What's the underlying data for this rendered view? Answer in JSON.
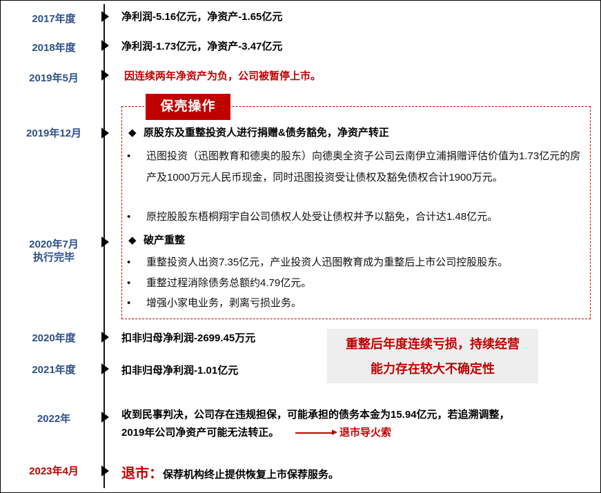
{
  "timeline": [
    {
      "date": "2017年度",
      "event": "净利润-5.16亿元，净资产-1.65亿元"
    },
    {
      "date": "2018年度",
      "event": "净利润-1.73亿元，净资产-3.47亿元"
    },
    {
      "date": "2019年5月",
      "event": "因连续两年净资产为负，公司被暂停上市。"
    },
    {
      "date": "2019年12月"
    },
    {
      "date": "2020年7月",
      "date_line2": "执行完毕"
    },
    {
      "date": "2020年度",
      "event": "扣非归母净利润-2699.45万元"
    },
    {
      "date": "2021年度",
      "event": "扣非归母净利润-1.01亿元"
    },
    {
      "date": "2022年",
      "event_line1": "收到民事判决，公司存在违规担保，可能承担的债务本金为15.94亿元，若追溯调整，",
      "event_line2": "2019年公司净资产可能无法转正。"
    },
    {
      "date": "2023年4月",
      "event_label": "退市：",
      "event": "保荐机构终止提供恢复上市保荐服务。"
    }
  ],
  "shell_box": {
    "title": "保壳操作",
    "section1": {
      "marker": "◆",
      "heading": "原股东及重整投资人进行捐赠&债务豁免，净资产转正",
      "items": [
        "迅图投资（迅图教育和德奥的股东）向德奥全资子公司云南伊立浦捐赠评估价值为1.73亿元的房产及1000万元人民币现金，同时迅图投资受让债权及豁免债权合计1900万元。",
        "原控股股东梧桐翔宇自公司债权人处受让债权并予以豁免，合计达1.48亿元。"
      ]
    },
    "section2": {
      "marker": "◆",
      "heading": "破产重整",
      "items": [
        "重整投资人出资7.35亿元，产业投资人迅图教育成为重整后上市公司控股股东。",
        "重整过程消除债务总额约4.79亿元。",
        "增强小家电业务，剥离亏损业务。"
      ]
    },
    "bullet": "•"
  },
  "callout": {
    "line1": "重整后年度连续亏损，持续经营",
    "line2": "能力存在较大不确定性"
  },
  "link_note": "退市导火索",
  "colors": {
    "date_blue": "#2e4f8a",
    "accent_red": "#c00000",
    "callout_bg": "#eeeeee"
  }
}
